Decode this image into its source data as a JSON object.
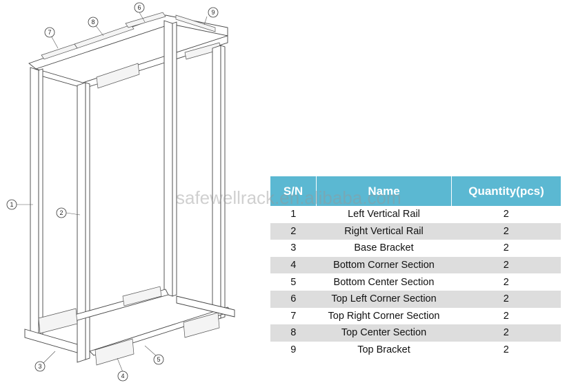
{
  "diagram": {
    "callouts": [
      "1",
      "2",
      "3",
      "4",
      "5",
      "6",
      "7",
      "8",
      "9"
    ]
  },
  "table": {
    "headers": [
      "S/N",
      "Name",
      "Quantity(pcs)"
    ],
    "rows": [
      {
        "sn": "1",
        "name": "Left Vertical Rail",
        "qty": "2"
      },
      {
        "sn": "2",
        "name": "Right Vertical Rail",
        "qty": "2"
      },
      {
        "sn": "3",
        "name": "Base Bracket",
        "qty": "2"
      },
      {
        "sn": "4",
        "name": "Bottom Corner Section",
        "qty": "2"
      },
      {
        "sn": "5",
        "name": "Bottom Center Section",
        "qty": "2"
      },
      {
        "sn": "6",
        "name": "Top Left Corner Section",
        "qty": "2"
      },
      {
        "sn": "7",
        "name": "Top Right Corner Section",
        "qty": "2"
      },
      {
        "sn": "8",
        "name": "Top Center Section",
        "qty": "2"
      },
      {
        "sn": "9",
        "name": "Top Bracket",
        "qty": "2"
      }
    ]
  },
  "watermark": "safewellrack.en.alibaba.com",
  "colors": {
    "header_bg": "#5bb8d2",
    "stripe": "#dddddd"
  }
}
